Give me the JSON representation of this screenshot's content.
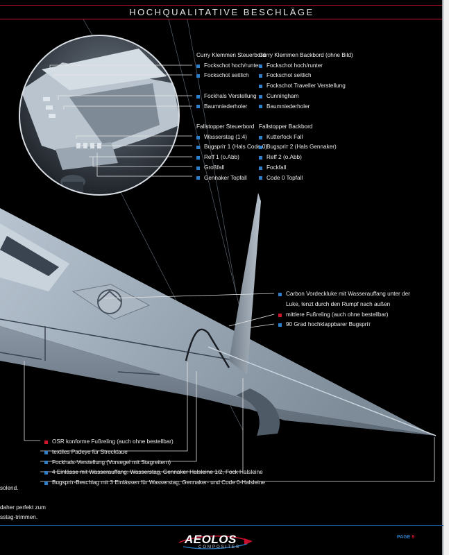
{
  "header": {
    "title": "HOCHQUALITATIVE BESCHLÄGE"
  },
  "callouts": {
    "curry_stb": {
      "heading": "Curry Klemmen Steuerbord",
      "items": [
        "Fockschot hoch/runter",
        "Fockschot seitlich",
        "Fockhals Verstellung",
        "Baumniederholer"
      ]
    },
    "curry_bb": {
      "heading": "Curry Klemmen Backbord (ohne Bild)",
      "items": [
        "Fockschot hoch/runter",
        "Fockschot seitlich",
        "Fockschot Traveller Verstellung",
        "Cunningham",
        "Baumniederholer"
      ]
    },
    "fall_stb": {
      "heading": "Fallstopper Steuerbord",
      "items": [
        "Wasserstag (1:4)",
        "Bugspriт 1 (Hals Code 0)",
        "Reff 1 (o.Abb)",
        "Großfall",
        "Gennaker Topfall"
      ]
    },
    "fall_bb": {
      "heading": "Fallstopper Backbord",
      "items": [
        "Kutterfock Fall",
        "Bugspriт 2 (Hals Gennaker)",
        "Reff 2 (o.Abb)",
        "Fockfall",
        "Code 0 Topfall"
      ]
    }
  },
  "mid_list": [
    {
      "lines": [
        "Carbon Vordeckluke mit Wasserauffang unter der",
        "Luke, lenzt durch den Rumpf nach außen"
      ],
      "color": "blue"
    },
    {
      "lines": [
        "mittlere Fußreling (auch ohne bestellbar)"
      ],
      "color": "red"
    },
    {
      "lines": [
        "90 Grad hochklappbarer Bugspriт"
      ],
      "color": "blue"
    }
  ],
  "bottom_list": [
    {
      "text": "OSR konforme Fußreling (auch ohne bestellbar)",
      "color": "red"
    },
    {
      "text": "textiles Padeye für Strecktaue",
      "color": "blue"
    },
    {
      "text": "Fockhals-Verstellung (Vorsegel mit Stagreitern)",
      "color": "blue"
    },
    {
      "text": "4 Einlässe mit Wasserauffang: Wasserstag, Gennaker Halsleine 1/2, Fock Halsleine",
      "color": "blue"
    },
    {
      "text": "Bugspriт-Beschlag mit 3 Einlässen für Wasserstag, Gennaker- und Code 0-Halsleine",
      "color": "blue"
    }
  ],
  "left_fragments": [
    "solend.",
    "daher perfekt zum",
    "sstag-trimmen."
  ],
  "footer": {
    "logo_main": "AEOLOS",
    "logo_sub": "COMPOSITES",
    "page_label": "PAGE",
    "page_number": "9"
  },
  "colors": {
    "accent_blue": "#2f80c8",
    "accent_red": "#d0162a",
    "rule_red": "#c8102e"
  }
}
